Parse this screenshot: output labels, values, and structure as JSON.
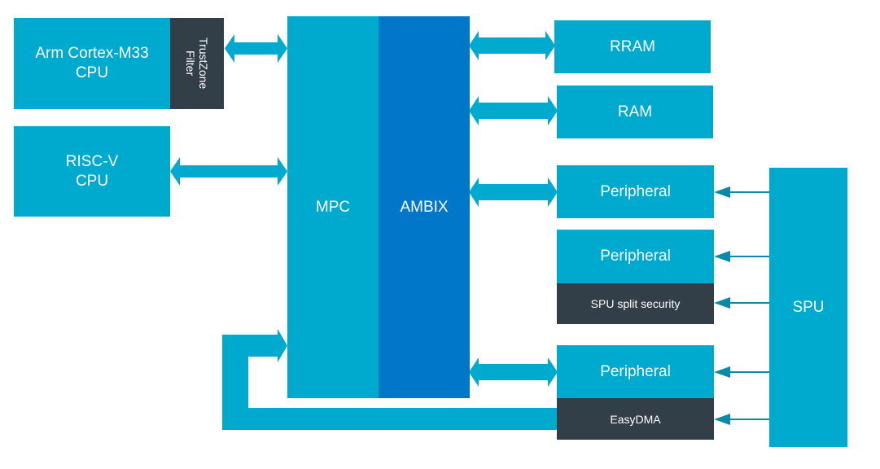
{
  "colors": {
    "block": "#00a9ce",
    "dark_block": "#333f48",
    "bus": "#0077c8",
    "arrow": "#00a9ce",
    "spu_arrow": "#0a8aa8"
  },
  "blocks": {
    "cortex": "Arm Cortex-M33\nCPU",
    "trustzone": "TrustZone\nFilter",
    "riscv": "RISC-V\nCPU",
    "mpc": "MPC",
    "ambix": "AMBIX",
    "rram": "RRAM",
    "ram": "RAM",
    "peripheral1": "Peripheral",
    "peripheral2": "Peripheral",
    "spu_split": "SPU split security",
    "peripheral3": "Peripheral",
    "easydma": "EasyDMA",
    "spu": "SPU"
  }
}
